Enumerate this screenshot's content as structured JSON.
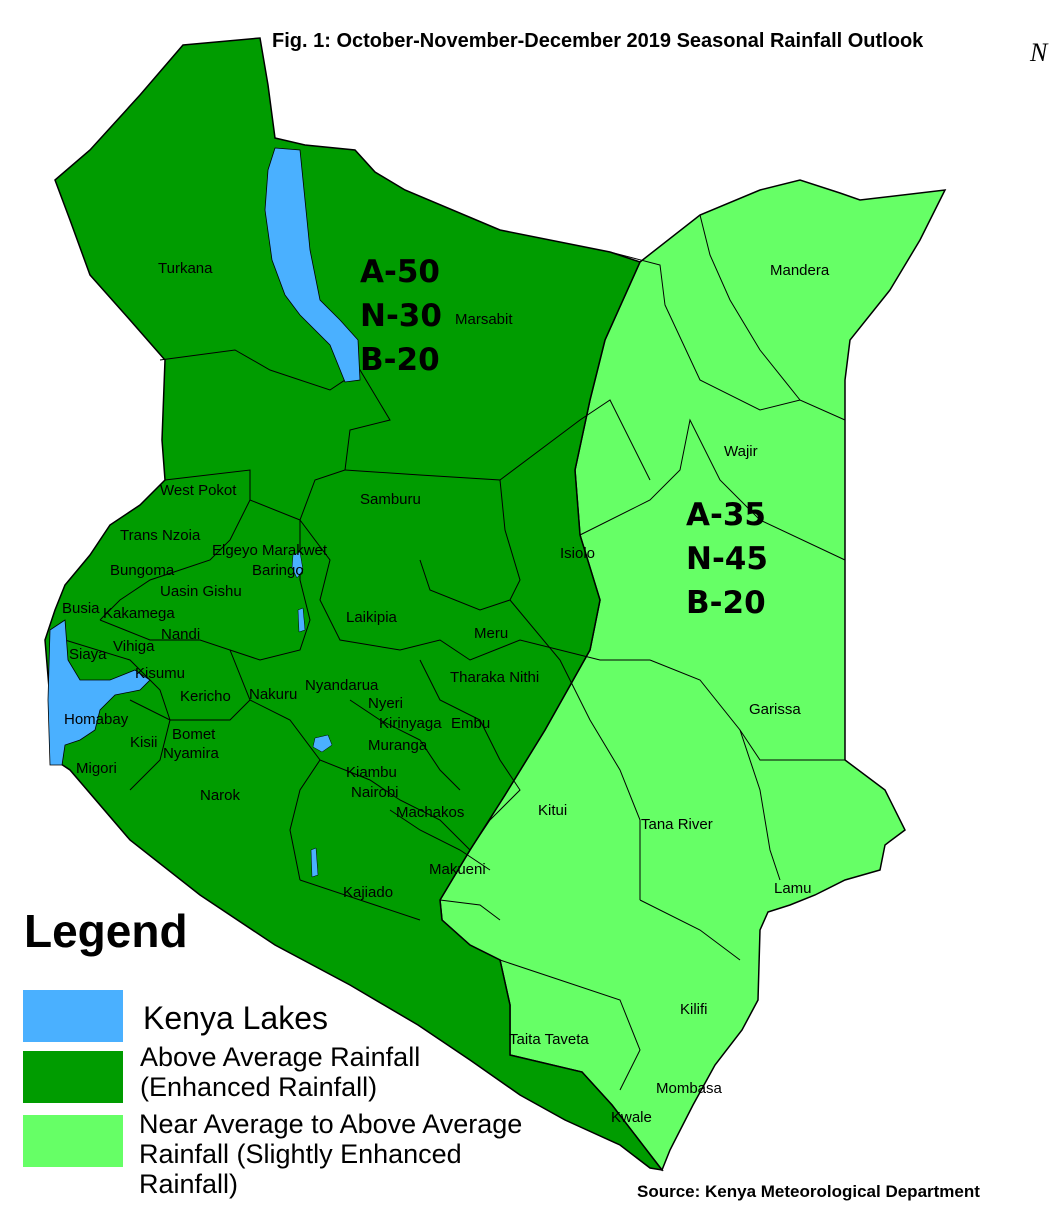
{
  "title": "Fig. 1: October-November-December 2019 Seasonal Rainfall Outlook",
  "north_symbol": "N",
  "source": "Source: Kenya Meteorological Department",
  "zones": {
    "west": {
      "a": "A-50",
      "n": "N-30",
      "b": "B-20"
    },
    "east": {
      "a": "A-35",
      "n": "N-45",
      "b": "B-20"
    }
  },
  "counties": [
    "Turkana",
    "Marsabit",
    "Mandera",
    "Wajir",
    "West Pokot",
    "Samburu",
    "Trans Nzoia",
    "Elgeyo Marakwet",
    "Baringo",
    "Isiolo",
    "Bungoma",
    "Uasin Gishu",
    "Busia",
    "Kakamega",
    "Laikipia",
    "Nandi",
    "Vihiga",
    "Meru",
    "Siaya",
    "Kisumu",
    "Tharaka Nithi",
    "Kericho",
    "Nakuru",
    "Nyandarua",
    "Garissa",
    "Nyeri",
    "Kirinyaga",
    "Embu",
    "Homabay",
    "Bomet",
    "Kisii",
    "Nyamira",
    "Muranga",
    "Migori",
    "Kiambu",
    "Narok",
    "Nairobi",
    "Kitui",
    "Machakos",
    "Tana River",
    "Makueni",
    "Lamu",
    "Kajiado",
    "Kilifi",
    "Taita Taveta",
    "Mombasa",
    "Kwale"
  ],
  "legend": {
    "title": "Legend",
    "items": [
      {
        "lines": [
          "Kenya Lakes"
        ],
        "color": "#4ab0ff"
      },
      {
        "lines": [
          "Above Average Rainfall",
          "(Enhanced Rainfall)"
        ],
        "color": "#009c00"
      },
      {
        "lines": [
          "Near Average to Above Average",
          "Rainfall (Slightly Enhanced",
          "Rainfall)"
        ],
        "color": "#66ff66"
      }
    ]
  },
  "colors": {
    "lakes": "#4ab0ff",
    "above_average": "#009c00",
    "near_above_average": "#66ff66",
    "borders": "#000000"
  }
}
